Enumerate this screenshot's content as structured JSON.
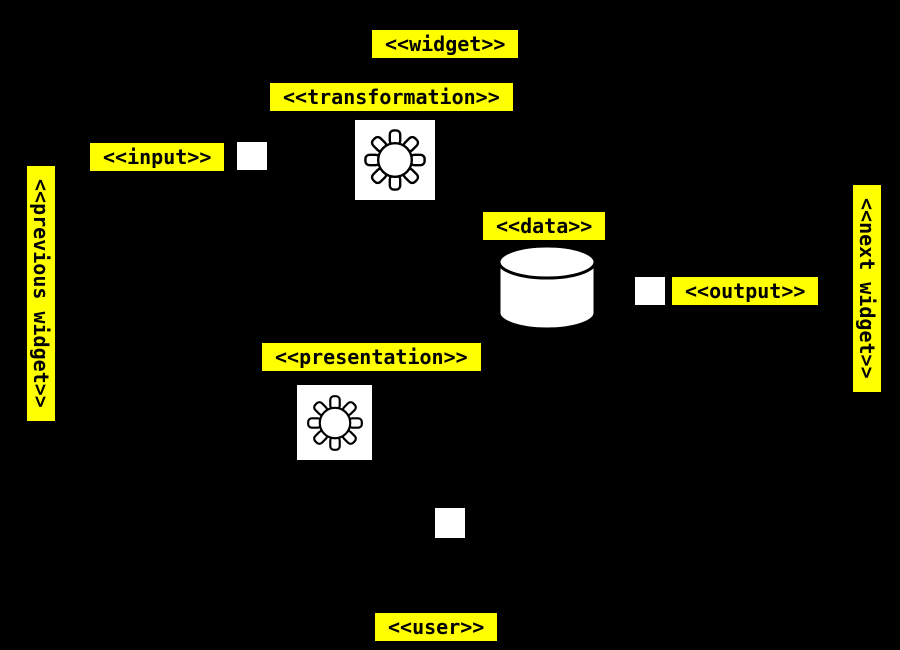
{
  "diagram": {
    "type": "uml-stereotype-component-diagram",
    "colors": {
      "background": "#000000",
      "label_background": "#ffff00",
      "label_text": "#000000",
      "shape_fill": "#ffffff",
      "shape_outline": "#000000"
    },
    "labels": {
      "widget": "<<widget>>",
      "transformation": "<<transformation>>",
      "input": "<<input>>",
      "previous_widget": "<<previous widget>>",
      "data": "<<data>>",
      "output": "<<output>>",
      "next_widget": "<<next widget>>",
      "presentation": "<<presentation>>",
      "user": "<<user>>"
    },
    "icons": {
      "transformation": "gear-icon",
      "presentation": "gear-icon",
      "data": "database-cylinder-icon",
      "input": "port-square",
      "output": "port-square",
      "user": "port-square"
    }
  }
}
